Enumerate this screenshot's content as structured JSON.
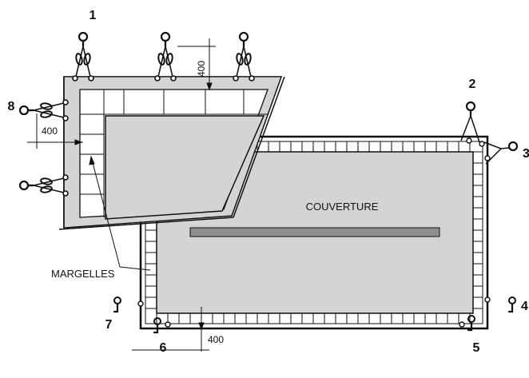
{
  "diagram": {
    "labels": {
      "cover": "COUVERTURE",
      "copings": "MARGELLES"
    },
    "dimensions": {
      "top": "400",
      "side": "400",
      "bottom": "400"
    },
    "anchor_numbers": [
      "1",
      "2",
      "3",
      "4",
      "5",
      "6",
      "7",
      "8"
    ],
    "icons": {
      "anchor": "pool-cover-anchor-icon",
      "pin": "ground-pin-icon"
    },
    "colors": {
      "cover_fill": "#d4d4d4",
      "strap_bar": "#8e8e8e",
      "outline": "#1a1a1a",
      "background": "#ffffff"
    }
  }
}
